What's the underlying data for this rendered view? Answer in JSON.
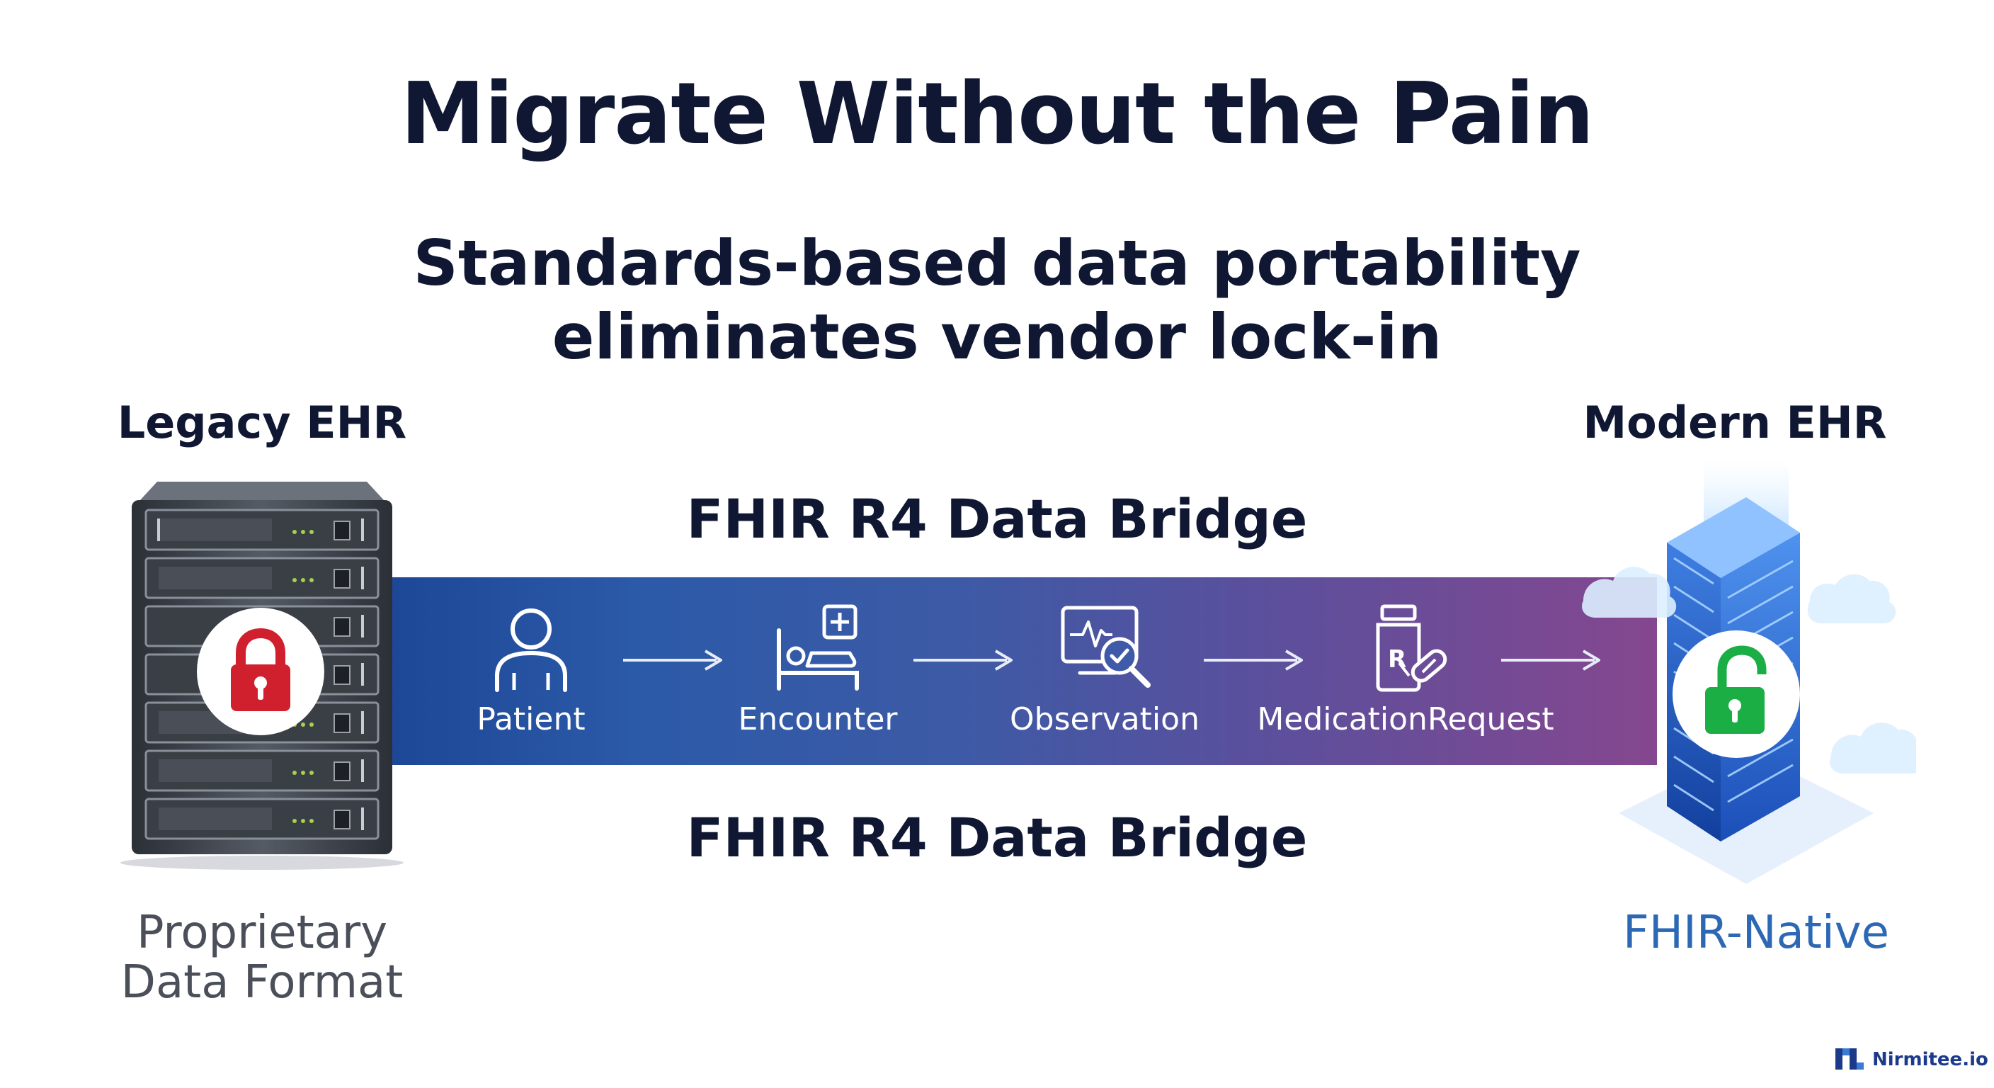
{
  "title": "Migrate Without the Pain",
  "subtitle_lines": [
    "Standards-based data portability",
    "eliminates vendor lock-in"
  ],
  "legacy": {
    "heading": "Legacy EHR",
    "footer_lines": [
      "Proprietary",
      "Data Format"
    ],
    "lock_state": "locked",
    "lock_color": "#d0202e"
  },
  "modern": {
    "heading": "Modern EHR",
    "footer": "FHIR-Native",
    "lock_state": "unlocked",
    "lock_color": "#1aae45",
    "accent": "#2c68b4"
  },
  "bridge": {
    "label_top": "FHIR R4 Data Bridge",
    "label_bottom": "FHIR R4 Data Bridge",
    "color_start": "#1d4697",
    "color_end": "#85478f",
    "resources": [
      {
        "label": "Patient",
        "icon": "person-icon"
      },
      {
        "label": "Encounter",
        "icon": "hospital-bed-icon"
      },
      {
        "label": "Observation",
        "icon": "monitor-magnifier-icon"
      },
      {
        "label": "MedicationRequest",
        "icon": "prescription-bottle-icon"
      }
    ]
  },
  "brand": {
    "name": "Nirmitee.io",
    "icon": "nirmitee-logo-icon"
  }
}
